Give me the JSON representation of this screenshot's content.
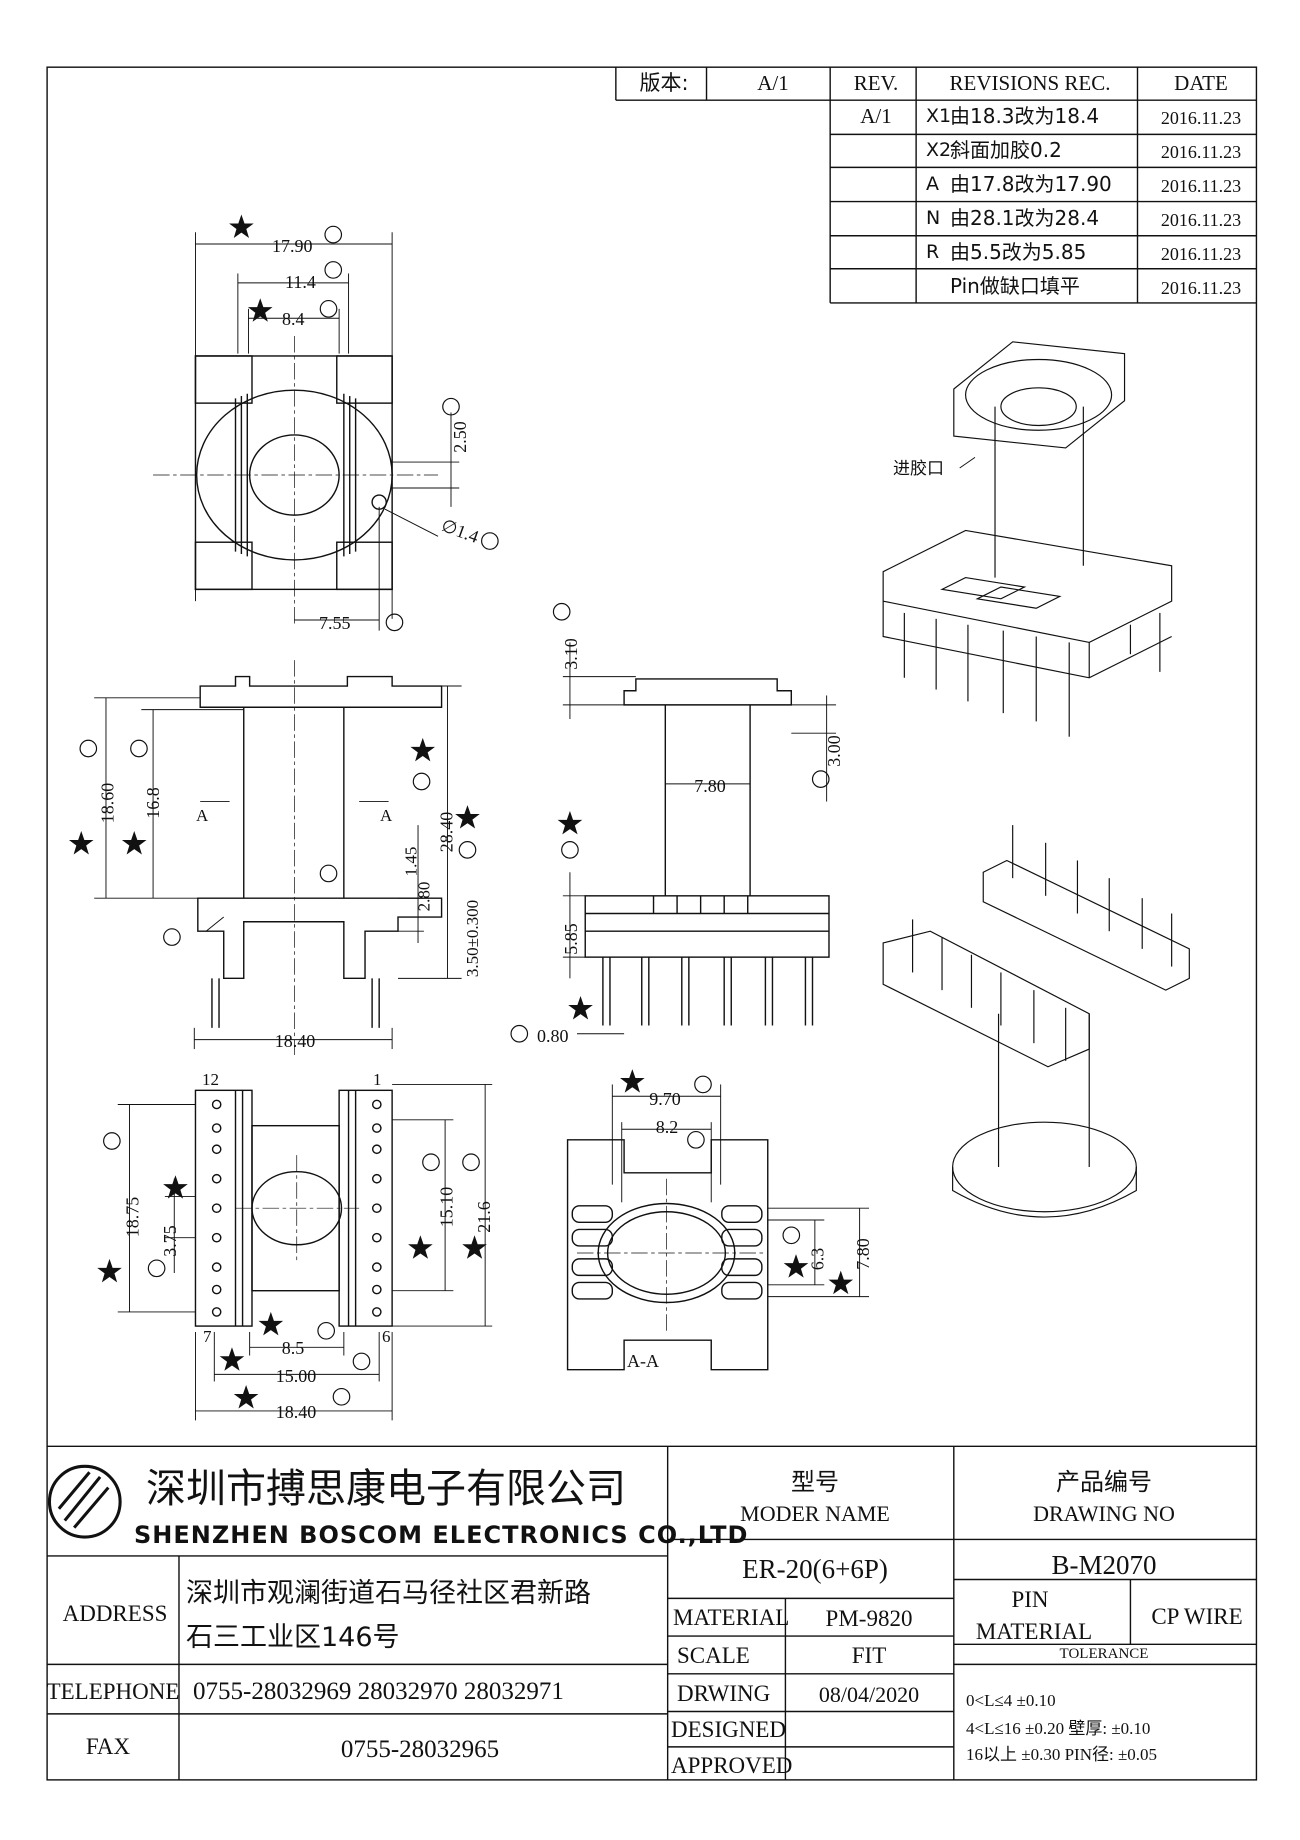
{
  "revision_table": {
    "version_label": "版本:",
    "version_value": "A/1",
    "header": {
      "rev": "REV.",
      "records": "REVISIONS REC.",
      "date": "DATE"
    },
    "rev_value": "A/1",
    "rows": [
      {
        "mark": "X1",
        "text": "由18.3改为18.4",
        "date": "2016.11.23"
      },
      {
        "mark": "X2",
        "text": "斜面加胶0.2",
        "date": "2016.11.23"
      },
      {
        "mark": "A",
        "text": "由17.8改为17.90",
        "date": "2016.11.23"
      },
      {
        "mark": "N",
        "text": "由28.1改为28.4",
        "date": "2016.11.23"
      },
      {
        "mark": "R",
        "text": "由5.5改为5.85",
        "date": "2016.11.23"
      },
      {
        "mark": "",
        "text": "Pin做缺口填平",
        "date": "2016.11.23"
      }
    ]
  },
  "dimensions": {
    "top_view": {
      "A": "17.90",
      "B": "11.4",
      "C": "8.4",
      "D": "2.50",
      "E": "∅1.4",
      "F": "7.55"
    },
    "front_view": {
      "K": "18.60",
      "L": "16.8",
      "N_M": "28.40",
      "dim_145": "1.45",
      "dim_280": "2.80",
      "dim_350": "3.50±0.300",
      "bottom": "18.40",
      "section": "A"
    },
    "side_view": {
      "O": "3.10",
      "P": "3.00",
      "mid": "7.80",
      "R": "5.85",
      "S": "0.80"
    },
    "bottom_view": {
      "pin_12": "12",
      "pin_1": "1",
      "pin_7": "7",
      "pin_6": "6",
      "T": "18.75",
      "U": "3.75",
      "Y": "15.10",
      "Z": "21.6",
      "V": "8.5",
      "W": "15.00",
      "X": "18.40"
    },
    "section_view": {
      "G": "9.70",
      "H": "8.2",
      "I": "6.3",
      "J": "7.80",
      "label": "A-A"
    }
  },
  "callout": "进胶口",
  "title_block": {
    "company_cn": "深圳市搏思康电子有限公司",
    "company_en": "SHENZHEN BOSCOM ELECTRONICS CO.,LTD",
    "model_label_cn": "型号",
    "model_label_en": "MODER NAME",
    "model_value": "ER-20(6+6P)",
    "drawing_label_cn": "产品编号",
    "drawing_label_en": "DRAWING NO",
    "drawing_value": "B-M2070",
    "address_label": "ADDRESS",
    "address_line1": "深圳市观澜街道石马径社区君新路",
    "address_line2": "石三工业区146号",
    "telephone_label": "TELEPHONE",
    "telephone_value": "0755-28032969 28032970 28032971",
    "fax_label": "FAX",
    "fax_value": "0755-28032965",
    "material_label": "MATERIAL",
    "material_value": "PM-9820",
    "scale_label": "SCALE",
    "scale_value": "FIT",
    "drawing_date_label": "DRWING",
    "drawing_date_value": "08/04/2020",
    "designed_label": "DESIGNED",
    "approved_label": "APPROVED",
    "pin_material_label_1": "PIN",
    "pin_material_label_2": "MATERIAL",
    "pin_material_value": "CP WIRE",
    "tolerance_label": "TOLERANCE",
    "tolerance_lines": [
      "0<L≤4 ±0.10",
      "4<L≤16 ±0.20  壁厚: ±0.10",
      "16以上  ±0.30  PIN径: ±0.05"
    ]
  }
}
